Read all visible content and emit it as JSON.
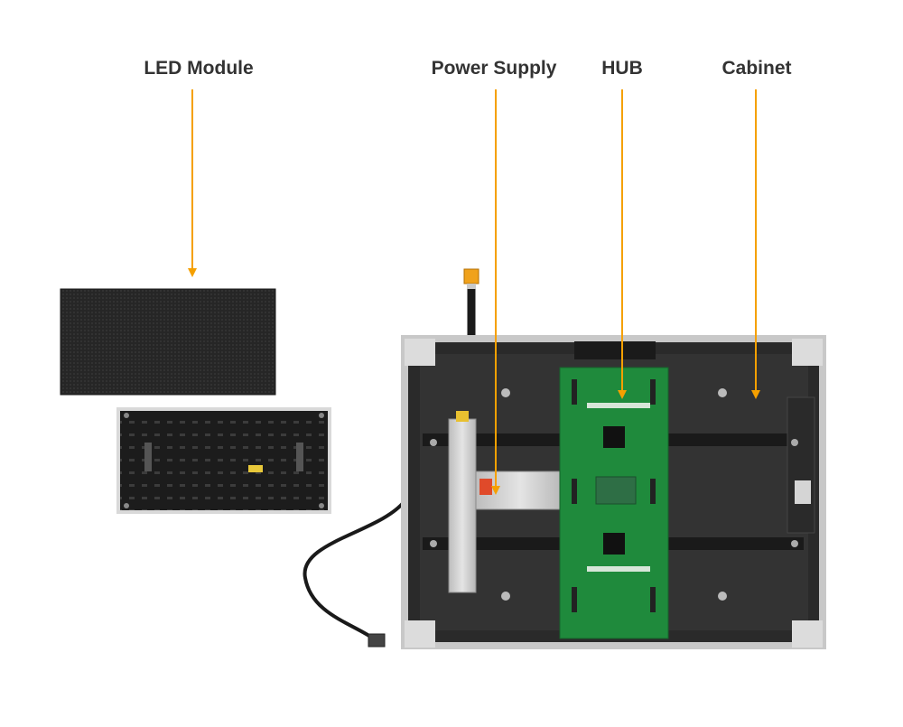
{
  "labels": {
    "led_module": "LED Module",
    "power_supply": "Power Supply",
    "hub": "HUB",
    "cabinet": "Cabinet"
  },
  "colors": {
    "arrow": "#f5a000",
    "label": "#333333",
    "cabinet_frame": "#c8c8c8",
    "cabinet_back": "#2a2a2a",
    "module_face": "#2b2b2b",
    "module_back": "#1f1f1f",
    "pcb_green": "#1f8a3c",
    "psu_silver": "#cfcfcf"
  }
}
